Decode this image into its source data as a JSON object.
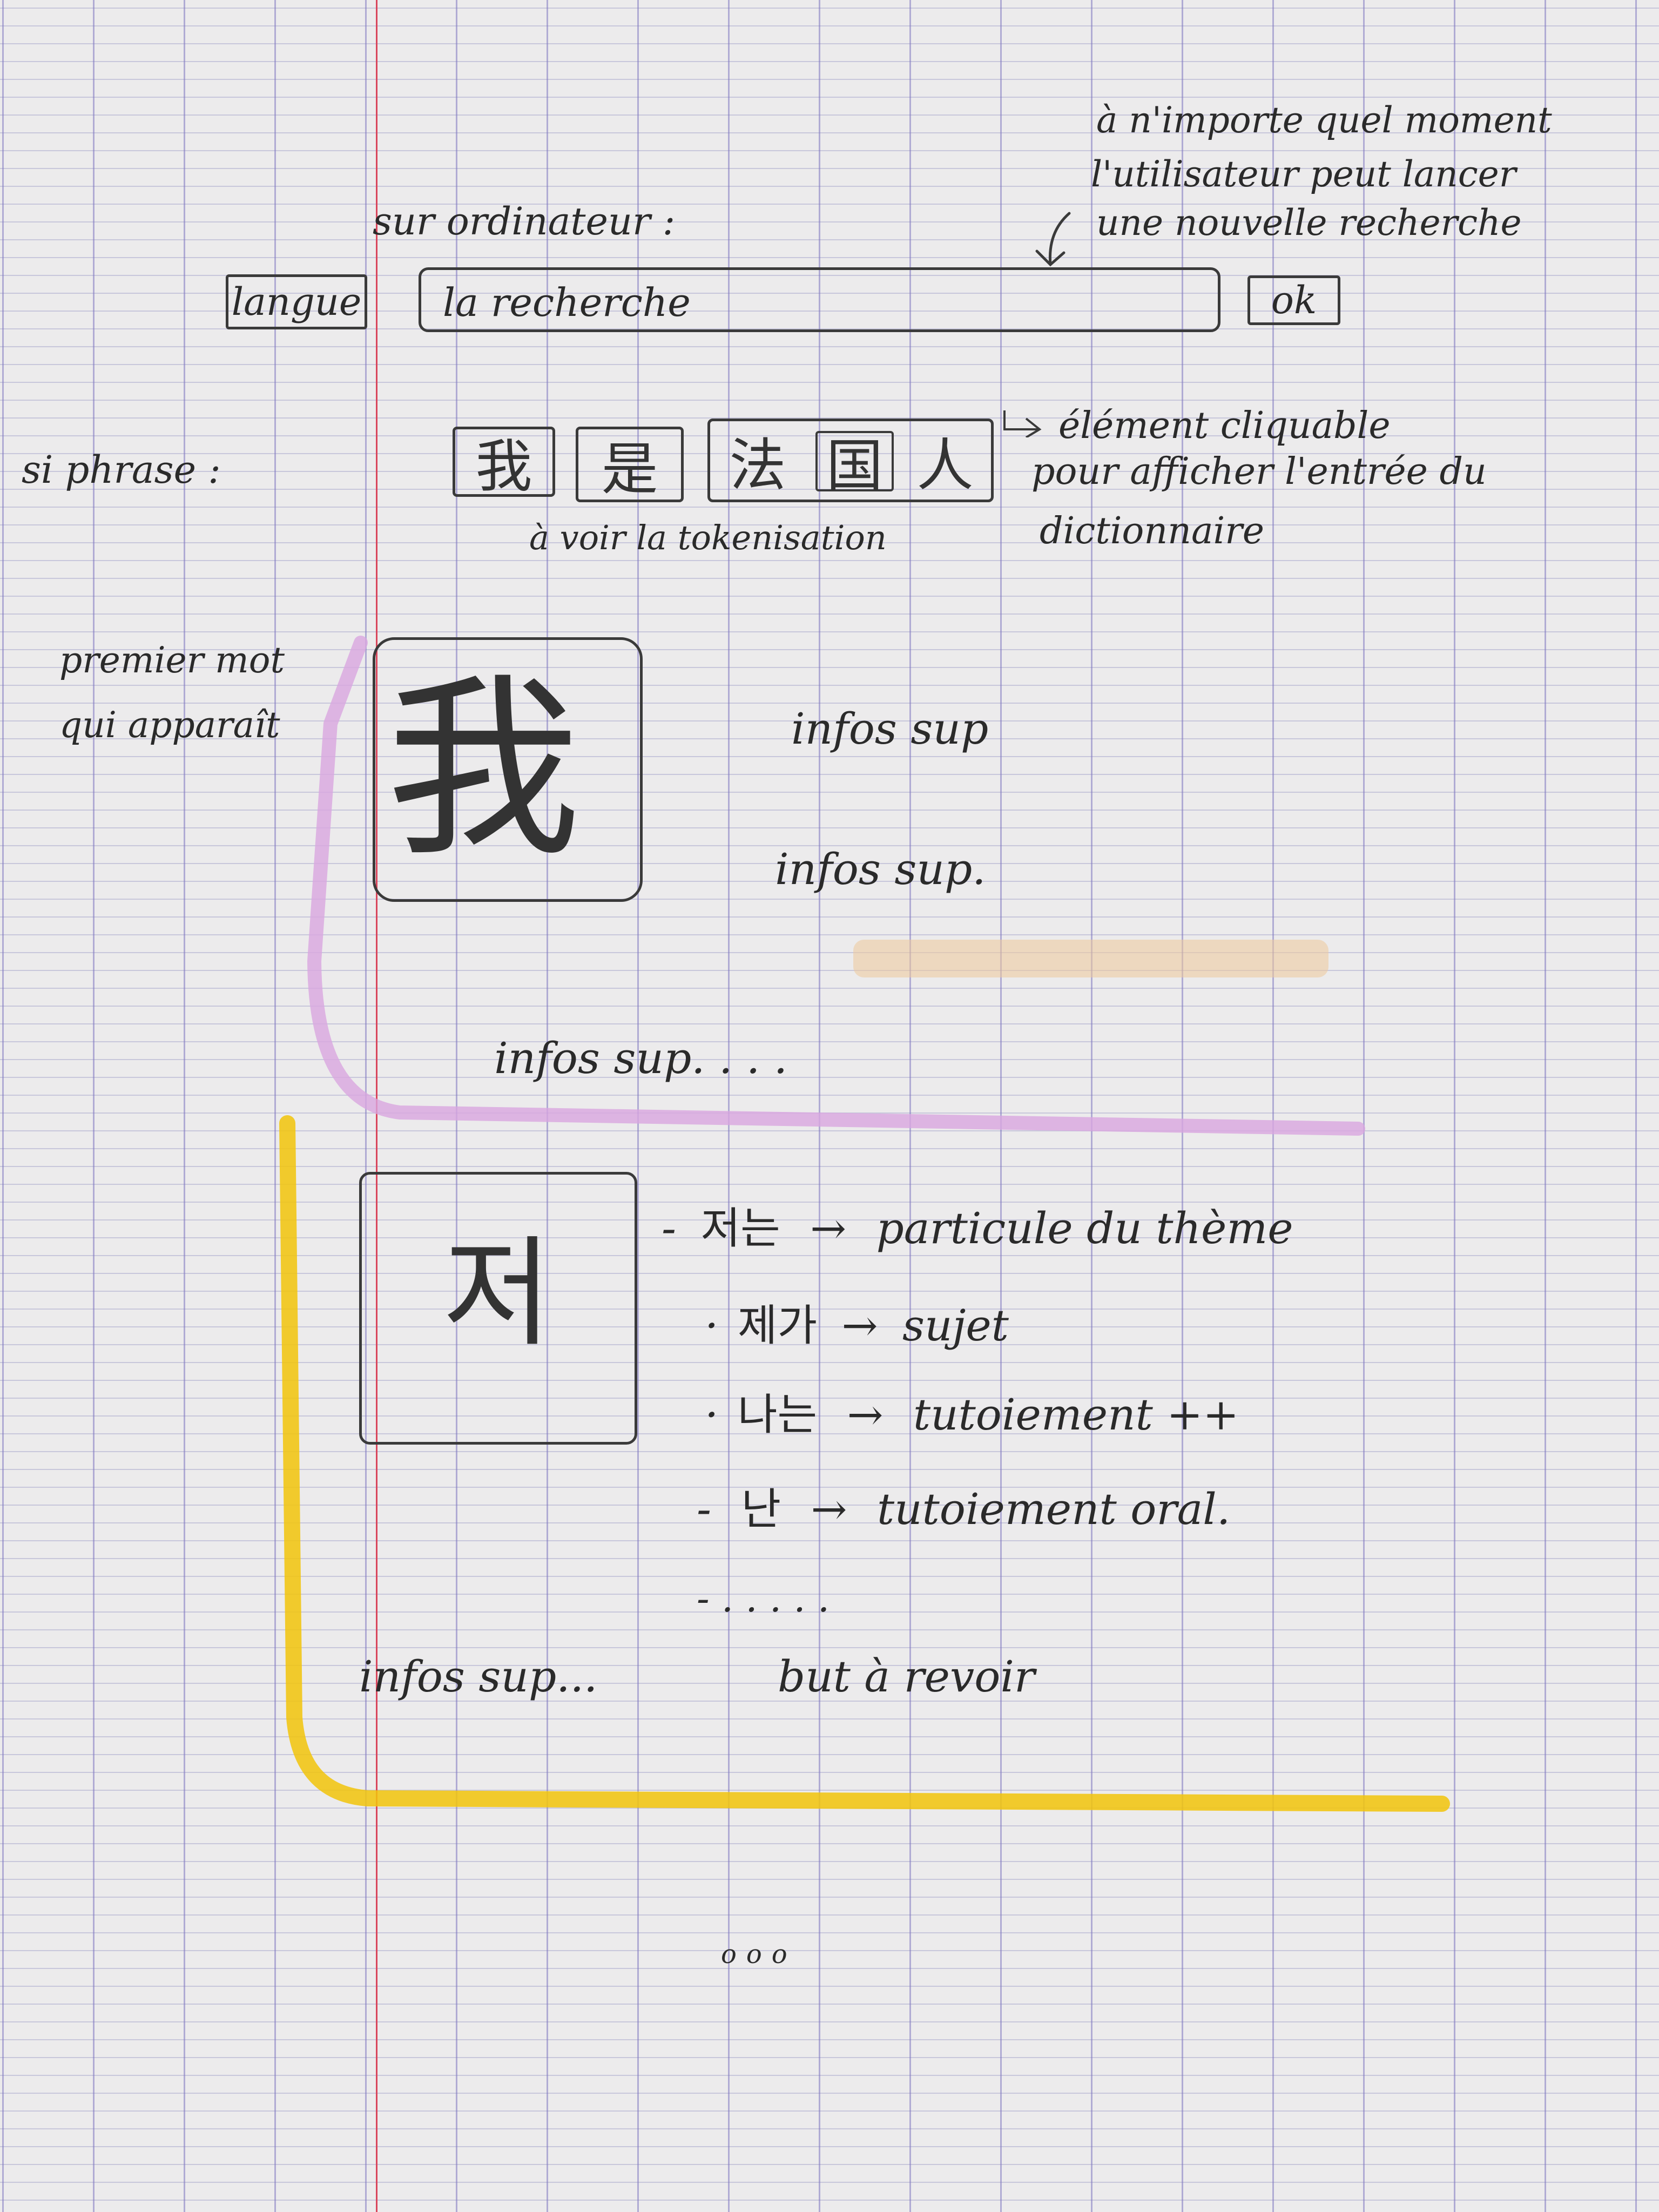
{
  "top_note": {
    "line1": "à n'importe quel moment",
    "line2": "l'utilisateur peut lancer",
    "line3": "une nouvelle recherche"
  },
  "desktop_label": "sur ordinateur :",
  "search_bar": {
    "language_button": "langue",
    "search_field": "la recherche",
    "ok_button": "ok"
  },
  "sentence_label": "si phrase :",
  "tokens": [
    "我",
    "是",
    "法",
    "国",
    "人"
  ],
  "token_note": {
    "line1": "élément cliquable",
    "line2": "pour afficher l'entrée du",
    "line3": "dictionnaire",
    "tokenization": "à voir la tokenisation"
  },
  "first_word_note": {
    "line1": "premier mot",
    "line2": "qui apparaît"
  },
  "entry_chinese": {
    "character": "我",
    "infos": [
      "infos sup",
      "infos sup.",
      "infos sup. . . ."
    ]
  },
  "entry_korean": {
    "character": "저",
    "forms": [
      {
        "bullet": "-",
        "word": "저는",
        "meaning": "particule du thème"
      },
      {
        "bullet": "·",
        "word": "제가",
        "meaning": "sujet"
      },
      {
        "bullet": "·",
        "word": "나는",
        "meaning": "tutoiement ++"
      },
      {
        "bullet": "-",
        "word": "난",
        "meaning": "tutoiement oral."
      }
    ],
    "ellipsis_item": "- . . . . .",
    "infos": "infos sup...",
    "todo": "but à revoir"
  },
  "more_indicator": "ooo",
  "colors": {
    "paper": "#ecebec",
    "margin_line": "#d9465c",
    "grid_lines": "#9696c4",
    "highlight_pink": "#d9a6e0",
    "highlight_yellow": "#f2c40a",
    "highlight_orange": "#efc89a",
    "ink": "#2a2a2a"
  }
}
